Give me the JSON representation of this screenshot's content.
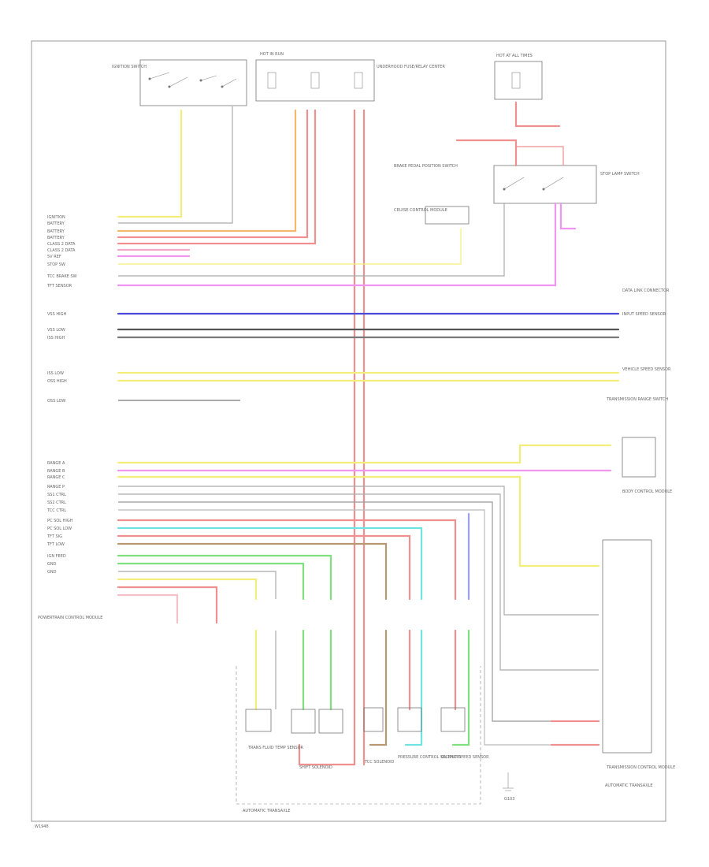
{
  "diagram": {
    "footer_code": "W1948",
    "labels": {
      "ecm": "POWERTRAIN CONTROL MODULE",
      "trans_assy": "AUTOMATIC TRANSAXLE",
      "tcm": "TRANSMISSION CONTROL MODULE",
      "trans_right": "AUTOMATIC TRANSAXLE",
      "ignition": "IGNITION SWITCH",
      "fusebox": "UNDERHOOD FUSE/RELAY CENTER",
      "stop_switch": "STOP LAMP SWITCH",
      "brake": "BRAKE PEDAL POSITION SWITCH",
      "shift_solenoid": "SHIFT SOLENOID",
      "tcc": "TCC SOLENOID",
      "pressure": "PRESSURE CONTROL SOLENOID",
      "tft": "TRANS FLUID TEMP SENSOR",
      "vss": "VEHICLE SPEED SENSOR",
      "input_speed": "INPUT SPEED SENSOR",
      "output_speed": "OUTPUT SPEED SENSOR",
      "range_switch": "TRANSMISSION RANGE SWITCH",
      "ground": "G103",
      "hot_run": "HOT IN RUN",
      "hot_all": "HOT AT ALL TIMES",
      "dlc": "DATA LINK CONNECTOR",
      "cruise": "CRUISE CONTROL MODULE",
      "body": "BODY CONTROL MODULE"
    },
    "pins": [
      "IGNITION",
      "BATTERY",
      "BATTERY",
      "BATTERY",
      "CLASS 2 DATA",
      "CLASS 2 DATA",
      "5V REF",
      "STOP SW",
      "TCC BRAKE SW",
      "TFT SENSOR",
      "VSS HIGH",
      "VSS LOW",
      "ISS HIGH",
      "ISS LOW",
      "OSS HIGH",
      "OSS LOW",
      "RANGE A",
      "RANGE B",
      "RANGE C",
      "RANGE P",
      "SS1 CTRL",
      "SS2 CTRL",
      "TCC CTRL",
      "PC SOL HIGH",
      "PC SOL LOW",
      "TFT SIG",
      "TFT LOW",
      "IGN FEED",
      "GND",
      "GND"
    ],
    "colors": {
      "yellow": "#f3ee7a",
      "red": "#f08f8f",
      "pink": "#f2a8c6",
      "blue": "#4a4ad8",
      "dark": "#555555",
      "cyan": "#6fe2e2",
      "green": "#7fe07f",
      "orange": "#f3b86e",
      "magenta": "#f096f0",
      "brown": "#b89870",
      "purple": "#a0a0e8",
      "gray": "#aaaaaa",
      "lightpink": "#f5c0c8"
    }
  }
}
